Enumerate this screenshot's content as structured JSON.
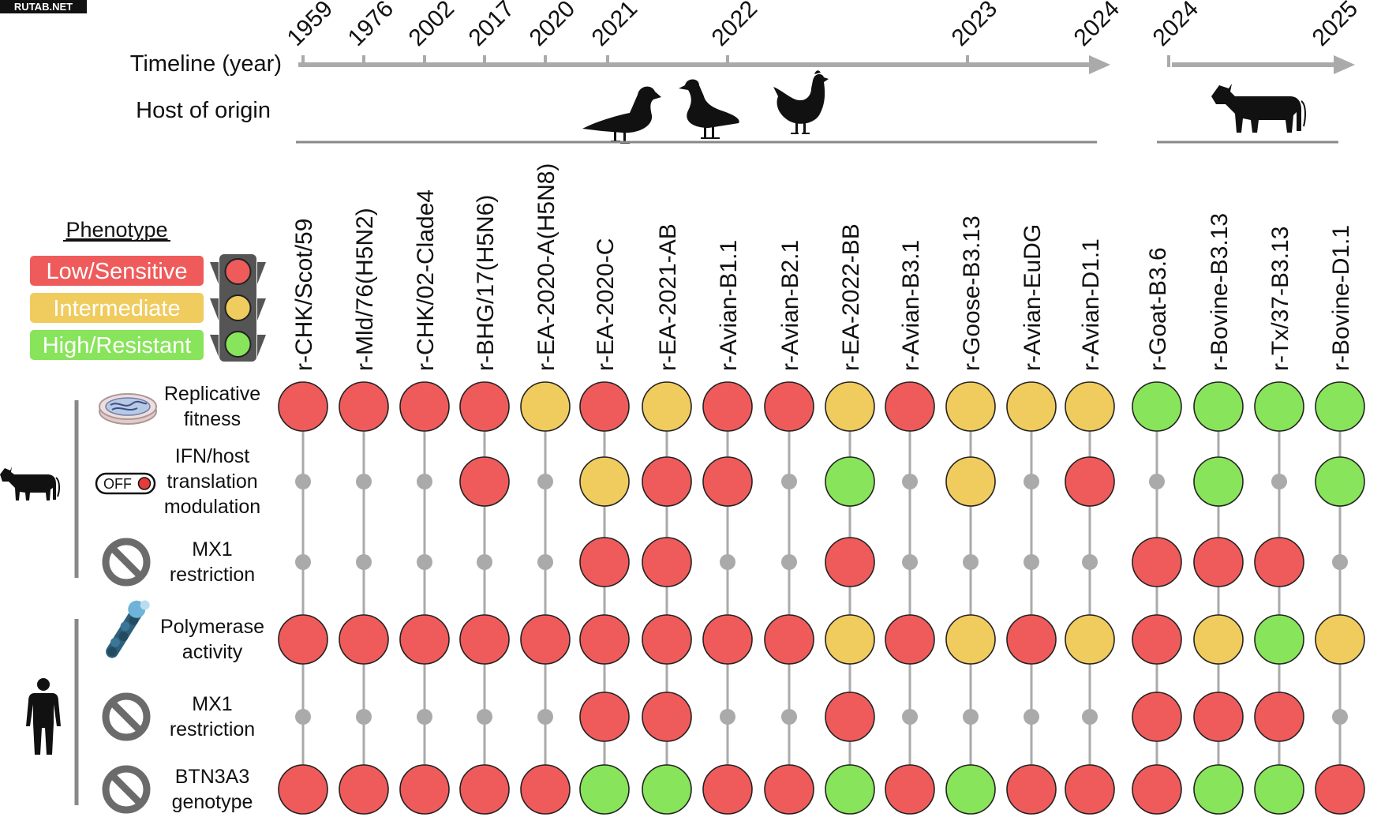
{
  "watermark": "RUTAB.NET",
  "timeline": {
    "label": "Timeline (year)",
    "years": [
      "1959",
      "1976",
      "2002",
      "2017",
      "2020",
      "2021",
      "2022",
      "2023",
      "2024"
    ],
    "years_right": [
      "2024",
      "2025"
    ]
  },
  "host": {
    "label": "Host of origin",
    "icons": [
      "duck-icon",
      "goose-icon",
      "chicken-icon",
      "cow-icon"
    ]
  },
  "legend": {
    "title": "Phenotype",
    "items": [
      {
        "label": "Low/Sensitive",
        "color": "#ef5b5b"
      },
      {
        "label": "Intermediate",
        "color": "#f0cb5e"
      },
      {
        "label": "High/Resistant",
        "color": "#88e45a"
      }
    ]
  },
  "neutral_color": "#aaaaaa",
  "strains": [
    "r-CHK/Scot/59",
    "r-Mld/76(H5N2)",
    "r-CHK/02-Clade4",
    "r-BHG/17(H5N6)",
    "r-EA-2020-A(H5N8)",
    "r-EA-2020-C",
    "r-EA-2021-AB",
    "r-Avian-B1.1",
    "r-Avian-B2.1",
    "r-EA-2022-BB",
    "r-Avian-B3.1",
    "r-Goose-B3.13",
    "r-Avian-EuDG",
    "r-Avian-D1.1",
    "r-Goat-B3.6",
    "r-Bovine-B3.13",
    "r-Tx/37-B3.13",
    "r-Bovine-D1.1"
  ],
  "groups": [
    {
      "host": "cow",
      "icon": "cow-icon",
      "rows": [
        0,
        1,
        2
      ]
    },
    {
      "host": "human",
      "icon": "human-icon",
      "rows": [
        3,
        4,
        5
      ]
    }
  ],
  "rows": [
    {
      "label": [
        "Replicative",
        "fitness"
      ],
      "icon": "petri-dish-icon"
    },
    {
      "label": [
        "IFN/host",
        "translation",
        "modulation"
      ],
      "icon": "off-switch-icon",
      "icon_text": "OFF"
    },
    {
      "label": [
        "MX1",
        "restriction"
      ],
      "icon": "prohibited-icon"
    },
    {
      "label": [
        "Polymerase",
        "activity"
      ],
      "icon": "polymerase-icon"
    },
    {
      "label": [
        "MX1",
        "restriction"
      ],
      "icon": "prohibited-icon"
    },
    {
      "label": [
        "BTN3A3",
        "genotype"
      ],
      "icon": "prohibited-icon"
    }
  ],
  "chart_data": {
    "type": "heatmap",
    "title": "",
    "levels": {
      "L": "Low/Sensitive",
      "I": "Intermediate",
      "H": "High/Resistant",
      "-": "not applicable"
    },
    "row_labels": [
      "Replicative fitness",
      "IFN/host translation modulation",
      "MX1 restriction",
      "Polymerase activity",
      "MX1 restriction",
      "BTN3A3 genotype"
    ],
    "column_labels": [
      "r-CHK/Scot/59",
      "r-Mld/76(H5N2)",
      "r-CHK/02-Clade4",
      "r-BHG/17(H5N6)",
      "r-EA-2020-A(H5N8)",
      "r-EA-2020-C",
      "r-EA-2021-AB",
      "r-Avian-B1.1",
      "r-Avian-B2.1",
      "r-EA-2022-BB",
      "r-Avian-B3.1",
      "r-Goose-B3.13",
      "r-Avian-EuDG",
      "r-Avian-D1.1",
      "r-Goat-B3.6",
      "r-Bovine-B3.13",
      "r-Tx/37-B3.13",
      "r-Bovine-D1.1"
    ],
    "matrix": [
      [
        "L",
        "L",
        "L",
        "L",
        "I",
        "L",
        "I",
        "L",
        "L",
        "I",
        "L",
        "I",
        "I",
        "I",
        "H",
        "H",
        "H",
        "H"
      ],
      [
        "-",
        "-",
        "-",
        "L",
        "-",
        "I",
        "L",
        "L",
        "-",
        "H",
        "-",
        "I",
        "-",
        "L",
        "-",
        "H",
        "-",
        "H"
      ],
      [
        "-",
        "-",
        "-",
        "-",
        "-",
        "L",
        "L",
        "-",
        "-",
        "L",
        "-",
        "-",
        "-",
        "-",
        "L",
        "L",
        "L",
        "-"
      ],
      [
        "L",
        "L",
        "L",
        "L",
        "L",
        "L",
        "L",
        "L",
        "L",
        "I",
        "L",
        "I",
        "L",
        "I",
        "L",
        "I",
        "H",
        "I"
      ],
      [
        "-",
        "-",
        "-",
        "-",
        "-",
        "L",
        "L",
        "-",
        "-",
        "L",
        "-",
        "-",
        "-",
        "-",
        "L",
        "L",
        "L",
        "-"
      ],
      [
        "L",
        "L",
        "L",
        "L",
        "L",
        "H",
        "H",
        "L",
        "L",
        "H",
        "L",
        "H",
        "L",
        "L",
        "L",
        "H",
        "H",
        "L"
      ]
    ]
  }
}
